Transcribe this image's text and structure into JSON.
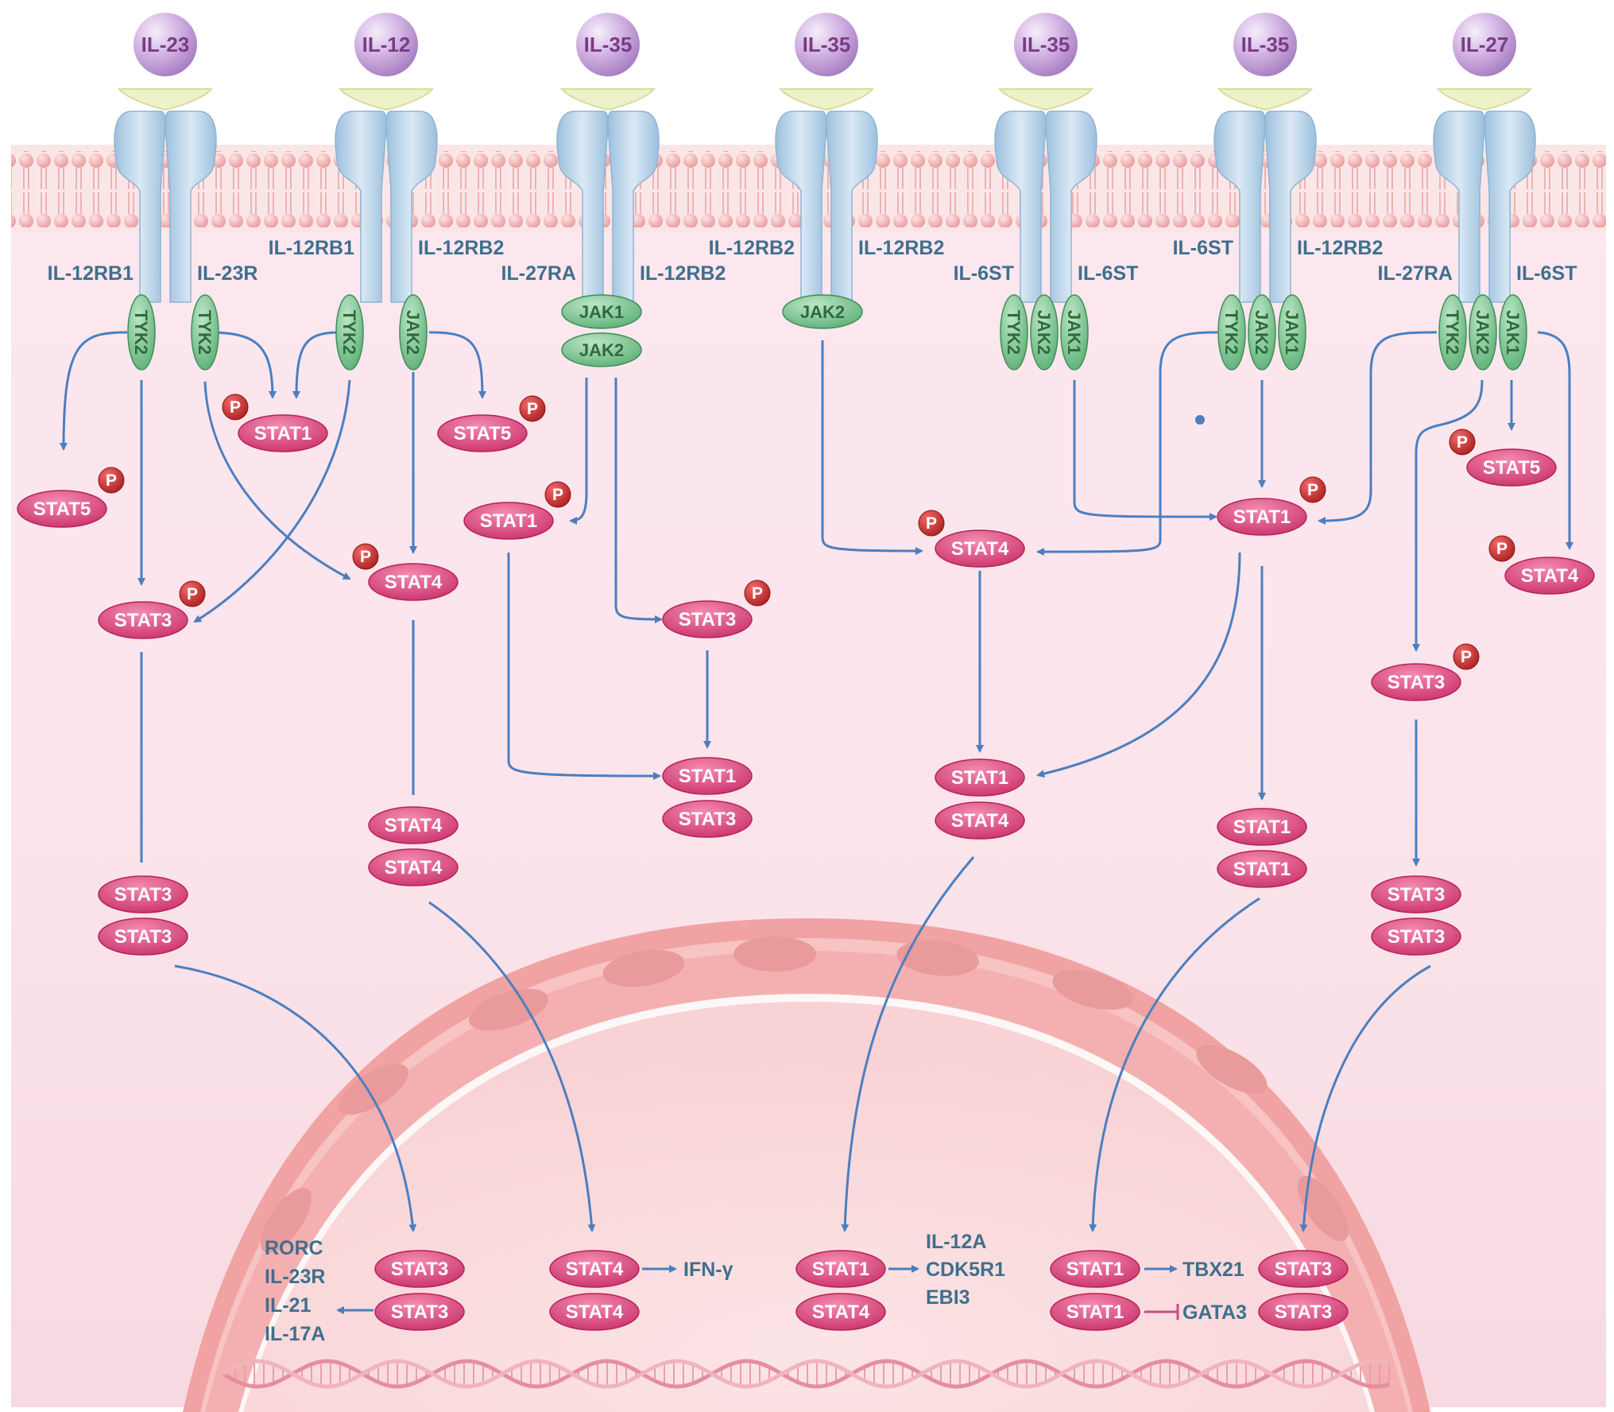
{
  "cytokines": [
    "IL-23",
    "IL-12",
    "IL-35",
    "IL-35",
    "IL-35",
    "IL-35",
    "IL-27"
  ],
  "receptors": [
    [
      "IL-12RB1",
      "IL-23R"
    ],
    [
      "IL-12RB1",
      "IL-12RB2"
    ],
    [
      "IL-27RA",
      "IL-12RB2"
    ],
    [
      "IL-12RB2",
      "IL-12RB2"
    ],
    [
      "IL-6ST",
      "IL-6ST"
    ],
    [
      "IL-6ST",
      "IL-12RB2"
    ],
    [
      "IL-27RA",
      "IL-6ST"
    ]
  ],
  "kinases": {
    "tyk2": "TYK2",
    "jak1": "JAK1",
    "jak2": "JAK2"
  },
  "phospho": "P",
  "stats": {
    "stat1": "STAT1",
    "stat3": "STAT3",
    "stat4": "STAT4",
    "stat5": "STAT5"
  },
  "genes": {
    "il23_targets": [
      "RORC",
      "IL-23R",
      "IL-21",
      "IL-17A"
    ],
    "il12_target": "IFN-γ",
    "il35_targets": [
      "IL-12A",
      "CDK5R1",
      "EBI3"
    ],
    "il27_target_up": "TBX21",
    "il27_target_down": "GATA3"
  },
  "colors": {
    "arrow": "#4a7fc0",
    "stat_fill": "#d2437a",
    "kinase_fill": "#6cbf83",
    "cytokine_fill": "#c9a6da",
    "receptor_fill": "#b7d2e8",
    "membrane": "#f2b6b8",
    "nucleus": "#f0a3a3",
    "inhibition": "#c44d8a"
  }
}
